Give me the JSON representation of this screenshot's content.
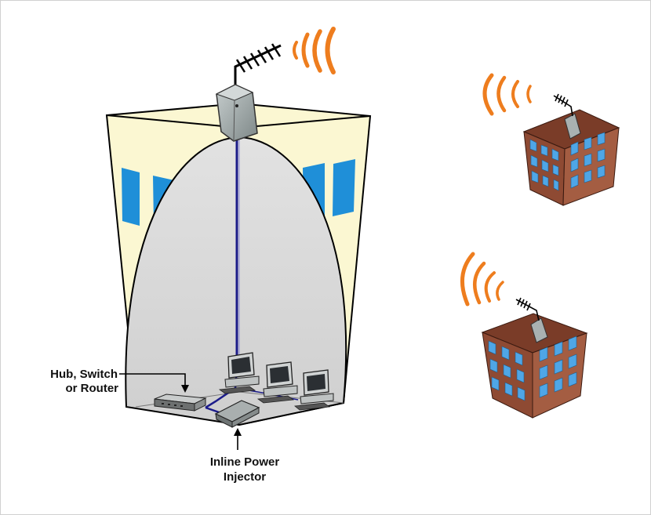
{
  "labels": {
    "hub_line1": "Hub, Switch",
    "hub_line2": "or Router",
    "injector_line1": "Inline Power",
    "injector_line2": "Injector"
  },
  "colors": {
    "building_wall": "#fbf7d2",
    "building_outline": "#000000",
    "dome": "#d9d9d9",
    "window": "#1f8fd8",
    "cable": "#1c1c8a",
    "signal": "#ee7d1e",
    "brick_front": "#8e4a33",
    "brick_side": "#a45d42",
    "brick_roof": "#7a3c28",
    "device": "#9ea6a6"
  },
  "icons": [
    "yagi-antenna-icon",
    "wireless-signal-icon",
    "access-point-icon",
    "computer-icon",
    "router-icon",
    "power-injector-icon",
    "building-icon"
  ]
}
